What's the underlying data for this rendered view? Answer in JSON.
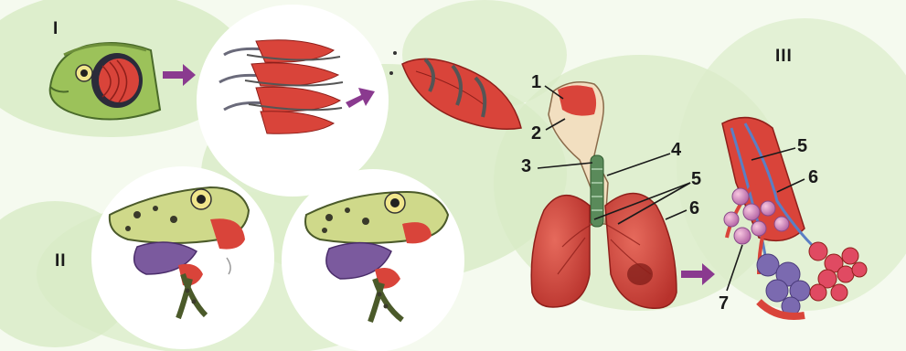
{
  "sections": {
    "fish": "I",
    "frog": "II",
    "human": "III"
  },
  "labels": [
    "1",
    "2",
    "3",
    "4",
    "5",
    "6",
    "5",
    "6",
    "7"
  ],
  "colors": {
    "background": "#d8ebc6",
    "tissue_red": "#d9443a",
    "vessel_blue": "#5b7fc4",
    "arrow_purple": "#8a3a8f"
  }
}
